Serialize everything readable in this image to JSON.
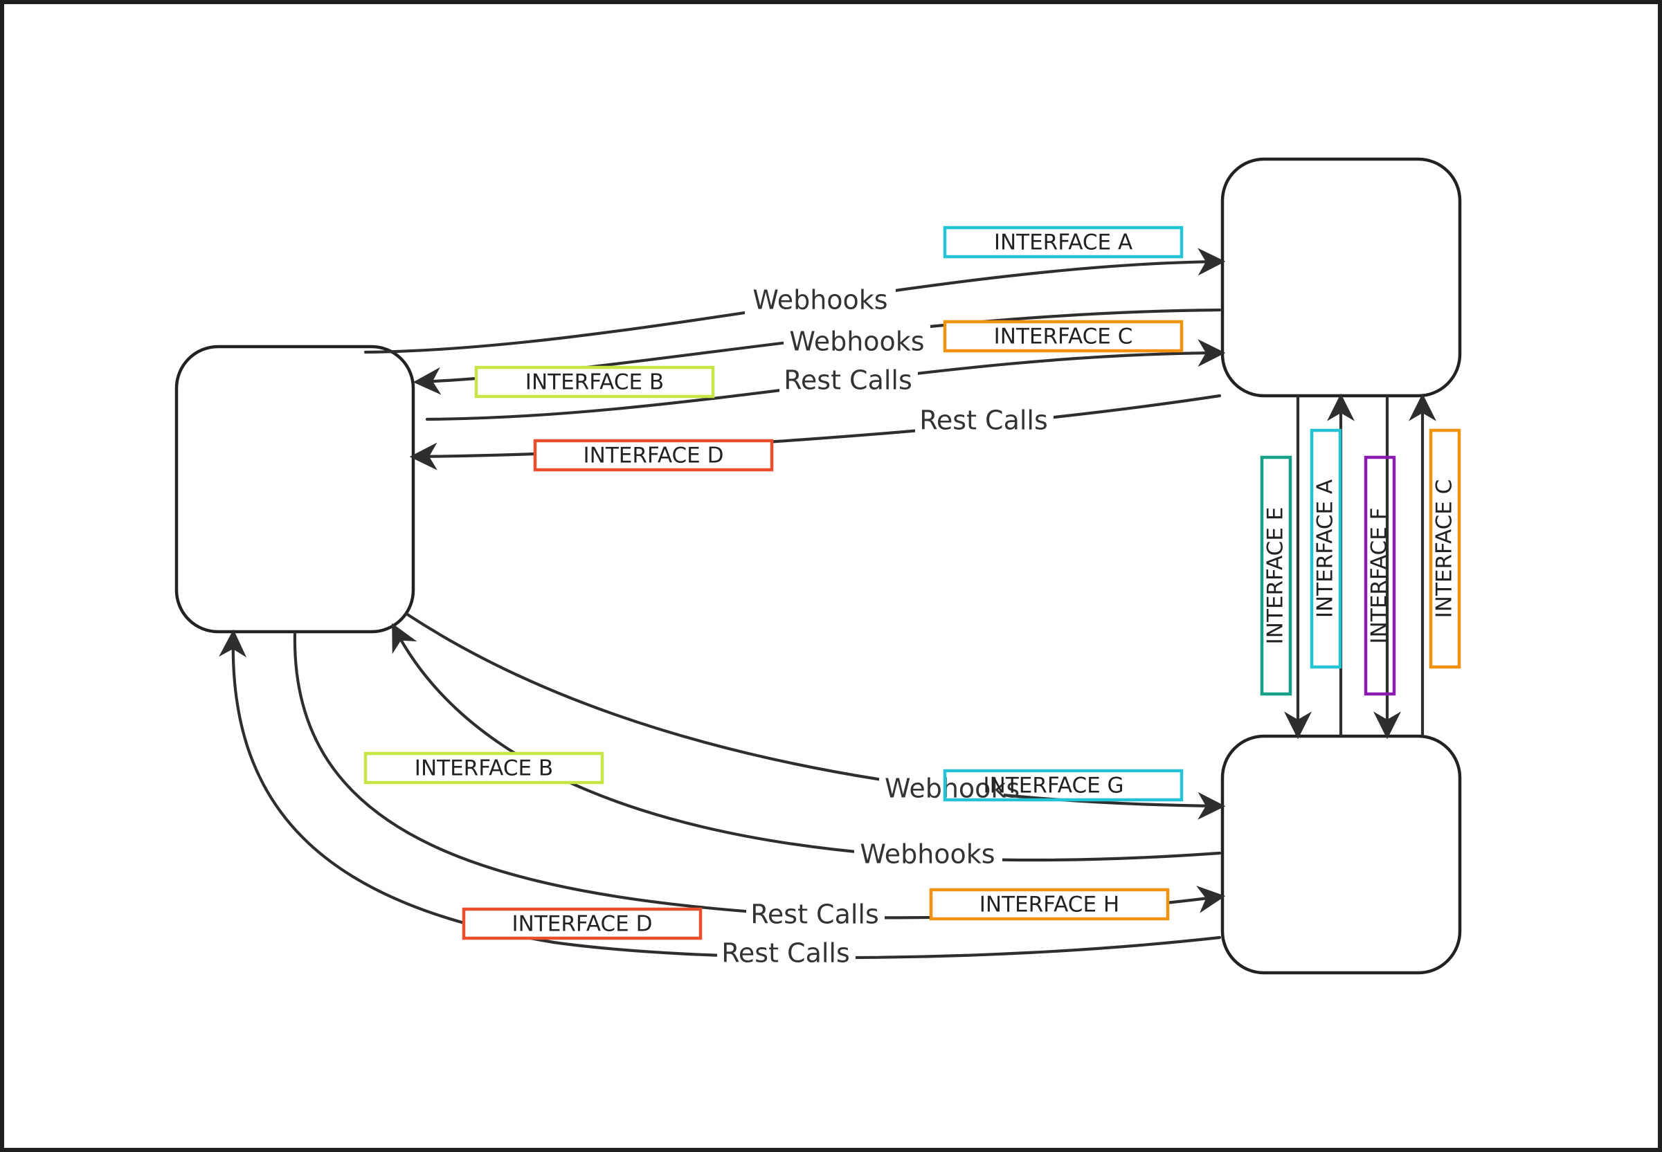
{
  "nodes": [
    "",
    "",
    ""
  ],
  "edge_labels": {
    "webhooks_1": "Webhooks",
    "webhooks_2": "Webhooks",
    "rest_calls_1": "Rest Calls",
    "rest_calls_2": "Rest Calls",
    "webhooks_3": "Webhooks",
    "webhooks_4": "Webhooks",
    "rest_calls_3": "Rest Calls",
    "rest_calls_4": "Rest Calls"
  },
  "interfaces": {
    "a_top": "INTERFACE A",
    "c_top": "INTERFACE C",
    "b_top": "INTERFACE B",
    "d_top": "INTERFACE D",
    "e_vertical": "INTERFACE E",
    "a_vertical": "INTERFACE A",
    "f_vertical": "INTERFACE F",
    "c_vertical": "INTERFACE C",
    "g_bottom": "INTERFACE G",
    "h_bottom": "INTERFACE H",
    "b_bottom": "INTERFACE B",
    "d_bottom": "INTERFACE D"
  },
  "colors": {
    "interface_a": "#22c4d4",
    "interface_b": "#c5e645",
    "interface_c": "#f0920f",
    "interface_d": "#ea4e2f",
    "interface_e": "#16a089",
    "interface_f": "#8c1cb0",
    "interface_g": "#22c4d4",
    "interface_h": "#f0920f",
    "edge": "#2e2e2e"
  }
}
